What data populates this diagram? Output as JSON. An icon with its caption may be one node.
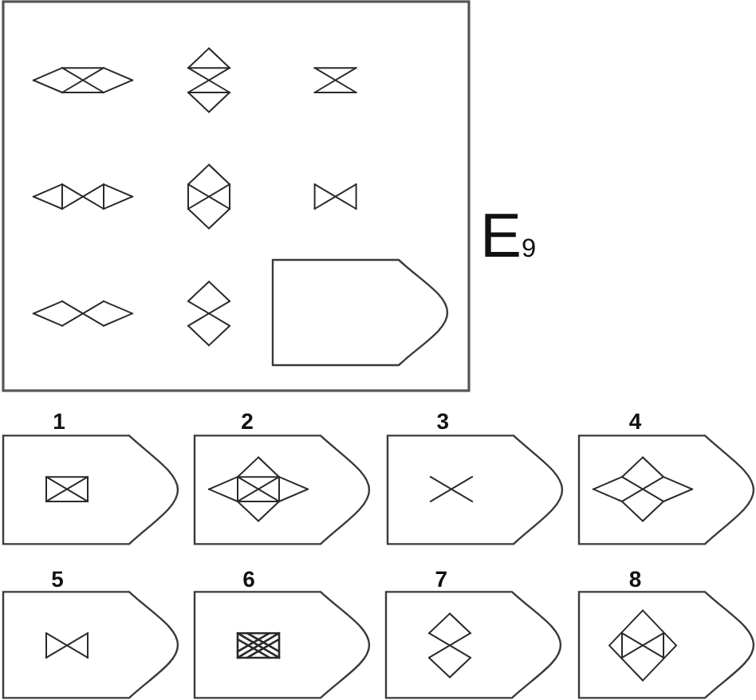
{
  "diagram": {
    "nodes": [
      {
        "text": [],
        "shape": "box"
      },
      {
        "text": [
          "1"
        ]
      },
      {
        "text": [
          "2"
        ]
      },
      {
        "text": [
          "3"
        ]
      },
      {
        "text": [
          "4"
        ]
      },
      {
        "text": [
          "5"
        ]
      },
      {
        "text": [
          "6"
        ]
      },
      {
        "text": [
          "7"
        ]
      },
      {
        "text": [
          "8"
        ]
      }
    ],
    "labels": [
      "E$_{9}$"
    ]
  }
}
